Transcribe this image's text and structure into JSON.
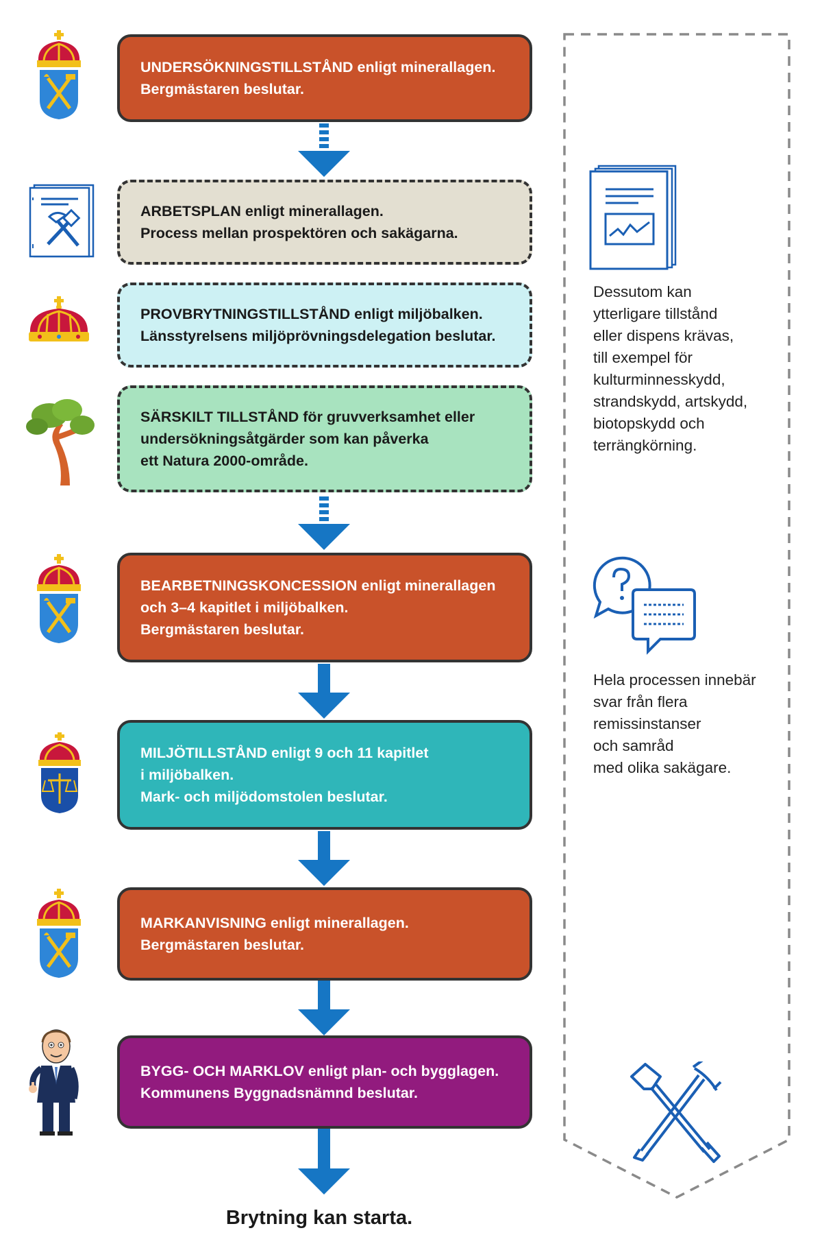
{
  "steps": [
    {
      "lines": [
        "UNDERSÖKNINGSTILLSTÅND enligt minerallagen.",
        "Bergmästaren beslutar."
      ],
      "color": "#c9522a"
    },
    {
      "lines": [
        "ARBETSPLAN enligt minerallagen.",
        "Process mellan prospektören och sakägarna."
      ],
      "color": "#e3dfd1"
    },
    {
      "lines": [
        "PROVBRYTNINGSTILLSTÅND enligt miljöbalken.",
        "Länsstyrelsens miljöprövningsdelegation beslutar."
      ],
      "color": "#cdf1f4"
    },
    {
      "lines": [
        "SÄRSKILT TILLSTÅND för gruvverksamhet eller",
        "undersökningsåtgärder som kan påverka",
        "ett Natura 2000-område."
      ],
      "color": "#a8e3bf"
    },
    {
      "lines": [
        "BEARBETNINGSKONCESSION enligt minerallagen",
        "och 3–4 kapitlet i miljöbalken.",
        "Bergmästaren beslutar."
      ],
      "color": "#c9522a"
    },
    {
      "lines": [
        "MILJÖTILLSTÅND enligt 9 och 11 kapitlet",
        "i miljöbalken.",
        "Mark- och miljödomstolen beslutar."
      ],
      "color": "#2fb6b9"
    },
    {
      "lines": [
        "MARKANVISNING enligt minerallagen.",
        "Bergmästaren beslutar."
      ],
      "color": "#c9522a"
    },
    {
      "lines": [
        "BYGG- OCH MARKLOV enligt plan- och bygglagen.",
        "Kommunens Byggnadsnämnd beslutar."
      ],
      "color": "#921b7e"
    }
  ],
  "sidebar": {
    "note1": [
      "Dessutom kan",
      "ytterligare tillstånd",
      "eller dispens krävas,",
      "till exempel för",
      "kulturminnesskydd,",
      "strandskydd, artskydd,",
      "biotopskydd och",
      "terrängkörning."
    ],
    "note2": [
      "Hela processen innebär",
      "svar från flera",
      "remissinstanser",
      "och samråd",
      "med olika sakägare."
    ]
  },
  "final_text": "Brytning kan starta.",
  "colors": {
    "arrow": "#1676c4",
    "outline_blue": "#1a5fb4",
    "dash_gray": "#8a8a8a"
  },
  "icons": [
    "coat-of-arms",
    "work-plan-document",
    "royal-crown",
    "tree",
    "coat-of-arms",
    "court-coat-of-arms",
    "coat-of-arms",
    "businessman",
    "report-document",
    "question-chat",
    "shovel-pickaxe"
  ]
}
